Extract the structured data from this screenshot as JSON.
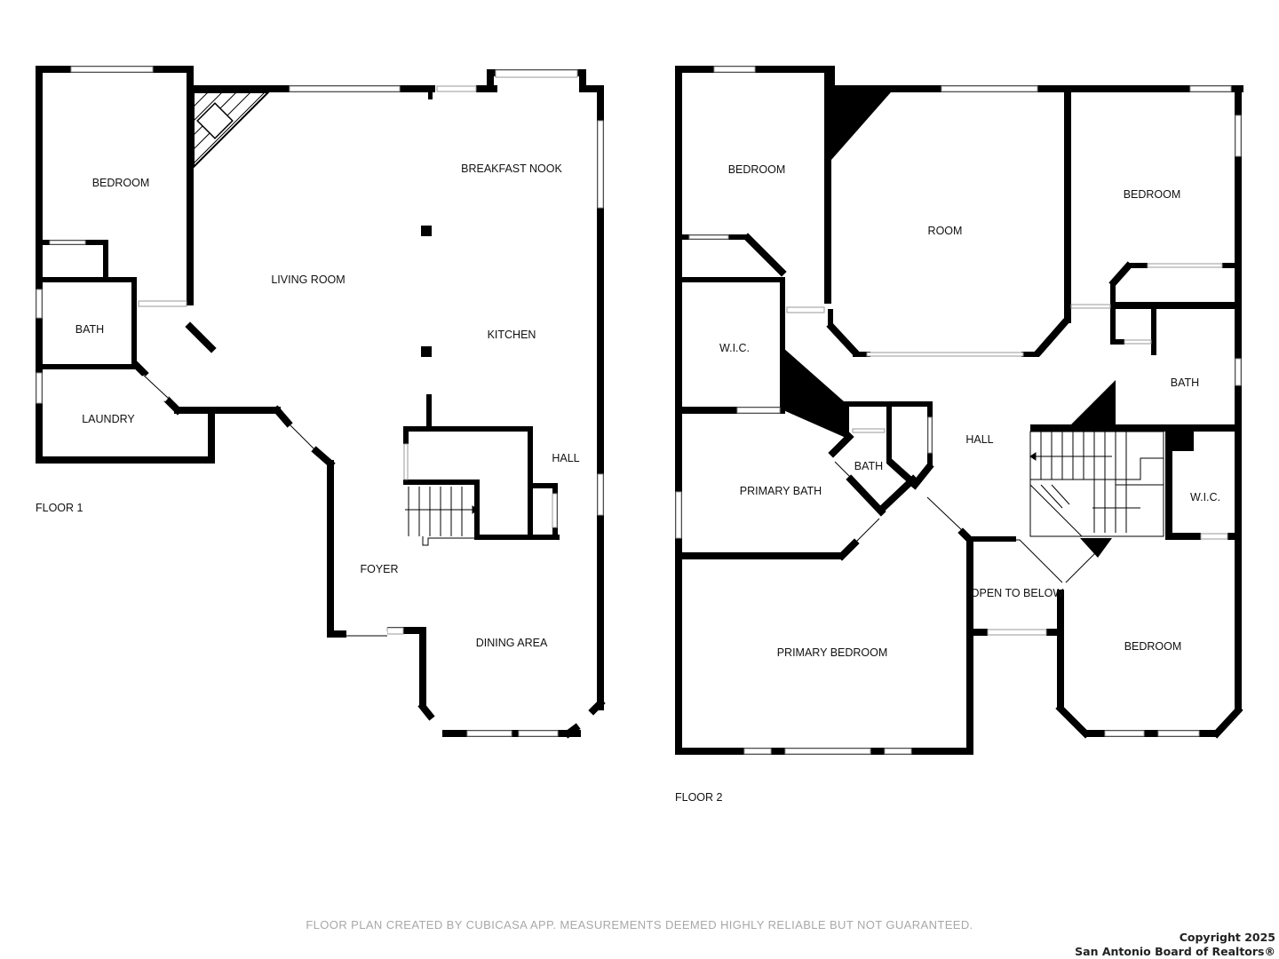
{
  "floor1": {
    "label": "FLOOR 1",
    "rooms": {
      "bedroom": "BEDROOM",
      "bath": "BATH",
      "laundry": "LAUNDRY",
      "living_room": "LIVING ROOM",
      "breakfast_nook": "BREAKFAST NOOK",
      "kitchen": "KITCHEN",
      "hall": "HALL",
      "foyer": "FOYER",
      "dining_area": "DINING AREA"
    }
  },
  "floor2": {
    "label": "FLOOR 2",
    "rooms": {
      "bedroom_nw": "BEDROOM",
      "room": "ROOM",
      "bedroom_ne": "BEDROOM",
      "wic_left": "W.I.C.",
      "bath_right": "BATH",
      "hall": "HALL",
      "bath_center": "BATH",
      "primary_bath": "PRIMARY BATH",
      "wic_right": "W.I.C.",
      "open_to_below": "OPEN TO BELOW",
      "primary_bedroom": "PRIMARY BEDROOM",
      "bedroom_se": "BEDROOM"
    }
  },
  "footer": {
    "disclaimer": "FLOOR PLAN CREATED BY CUBICASA APP. MEASUREMENTS DEEMED HIGHLY RELIABLE BUT NOT GUARANTEED.",
    "copyright_line1": "Copyright 2025",
    "copyright_line2": "San Antonio Board of Realtors®"
  }
}
